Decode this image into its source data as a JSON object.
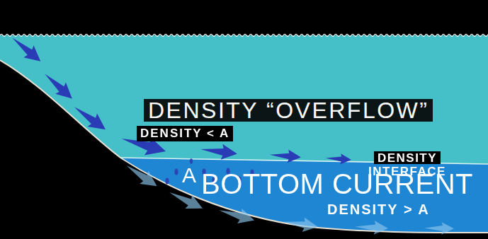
{
  "diagram": {
    "nodes": [
      {
        "text": [
          "DENSITY “OVERFLOW”",
          "DENSITY < A"
        ]
      },
      {
        "text": [
          "A",
          "BOTTOM CURRENT",
          "DENSITY > A"
        ]
      }
    ],
    "labels": [
      "DENSITY INTERFACE"
    ]
  }
}
